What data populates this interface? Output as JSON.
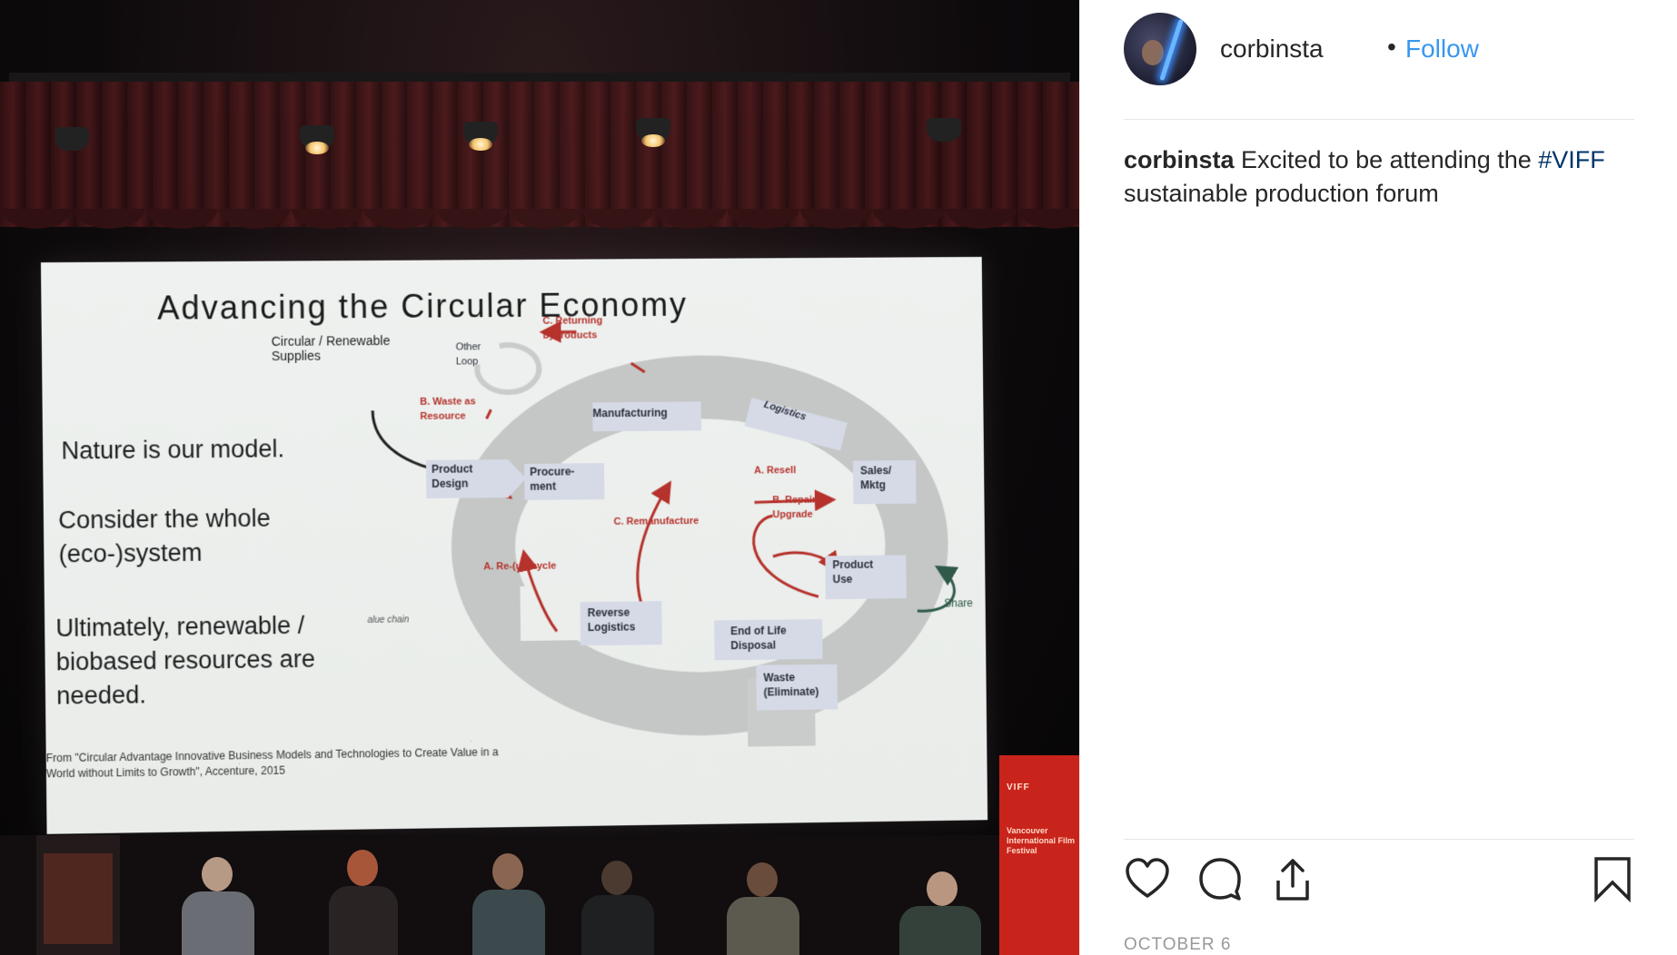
{
  "post": {
    "username": "corbinsta",
    "separator": "•",
    "follow_label": "Follow",
    "caption_user": "corbinsta",
    "caption_text_1": " Excited to be attending the ",
    "caption_hashtag": "#VIFF",
    "caption_text_2": " sustainable production forum",
    "date": "OCTOBER 6"
  },
  "actions": {
    "like_icon": "heart-icon",
    "comment_icon": "comment-icon",
    "share_icon": "share-icon",
    "save_icon": "bookmark-icon"
  },
  "colors": {
    "link": "#3897f0",
    "hashtag": "#003569",
    "text": "#262626",
    "muted": "#999999",
    "diagram_red": "#b6322c"
  },
  "slide": {
    "title": "Advancing the Circular Economy",
    "bullets": [
      "Nature is our model.",
      "Consider the whole (eco-)system",
      "Ultimately, renewable / biobased resources are needed."
    ],
    "source": "From \"Circular Advantage Innovative Business Models and Technologies to Create Value in a World without Limits to Growth\", Accenture, 2015",
    "diagram": {
      "circular_supplies": "Circular / Renewable Supplies",
      "other_loop": "Other Loop",
      "returning_byproducts": "C. Returning byproducts",
      "waste_as_resource": "B. Waste as Resource",
      "manufacturing": "Manufacturing",
      "logistics": "Logistics",
      "product_design": "Product Design",
      "procurement": "Procure-ment",
      "resell": "A. Resell",
      "sales_mktg": "Sales/ Mktg",
      "repair_upgrade": "B. Repair / Upgrade",
      "remanufacture": "C. Remanufacture",
      "product_use": "Product Use",
      "share": "Share",
      "reupcycle": "A. Re-(up)cycle",
      "value_chain": "alue chain",
      "reverse_logistics": "Reverse Logistics",
      "end_of_life": "End of Life Disposal",
      "waste": "Waste (Eliminate)"
    }
  },
  "banner": {
    "logo": "VIFF",
    "text": "Vancouver International Film Festival"
  }
}
